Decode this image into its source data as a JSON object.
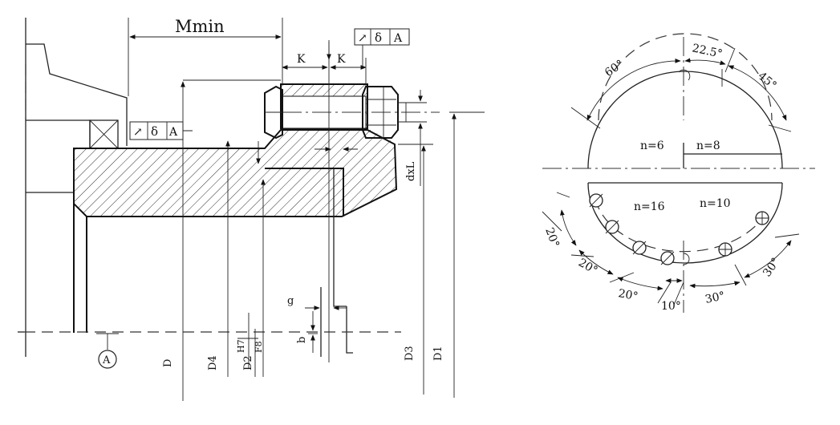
{
  "left": {
    "mmin": "Mmin",
    "k1": "K",
    "k2": "K",
    "tol_box_top": {
      "sym": "↗",
      "delta": "δ",
      "datum": "A"
    },
    "tol_box_left": {
      "sym": "↗",
      "delta": "δ",
      "datum": "A"
    },
    "datum_circle": "A",
    "dxl": "dxL",
    "g": "g",
    "b": "b",
    "labels": {
      "D": "D",
      "D4": "D4",
      "D2": "D2",
      "H7": "H7",
      "F8": "F8",
      "D3": "D3",
      "D1": "D1"
    }
  },
  "right": {
    "a60": "60°",
    "a225": "22.5°",
    "a45": "45°",
    "n6": "n=6",
    "n8": "n=8",
    "n16": "n=16",
    "n10": "n=10",
    "a20a": "20°",
    "a20b": "20°",
    "a20c": "20°",
    "a10": "10°",
    "a30a": "30°",
    "a30b": "30°"
  }
}
